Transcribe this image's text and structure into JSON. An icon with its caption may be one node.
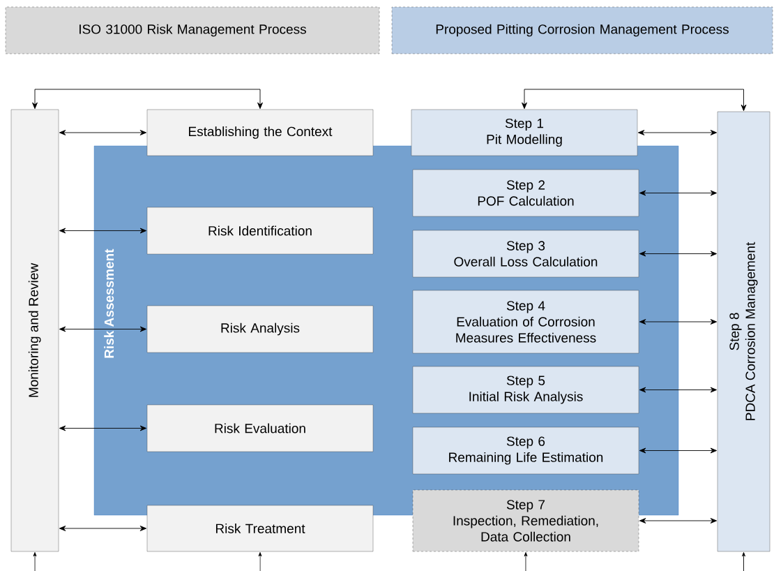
{
  "diagram": {
    "nodes": [
      {
        "text": [
          "ISO 31000 Risk Management Process"
        ]
      },
      {
        "text": [
          "Proposed Pitting Corrosion Management Process"
        ]
      },
      {
        "text": [
          "Monitoring and Review"
        ]
      },
      {
        "text": [
          "Risk Assessment"
        ]
      },
      {
        "text": [
          "Establishing the Context"
        ]
      },
      {
        "text": [
          "Risk Identification"
        ],
        "in": 3
      },
      {
        "text": [
          "Risk Analysis"
        ],
        "in": 3
      },
      {
        "text": [
          "Risk Evaluation"
        ],
        "in": 3
      },
      {
        "text": [
          "Risk Treatment"
        ]
      },
      {
        "text": [
          "Step 1",
          "Pit Modelling"
        ]
      },
      {
        "text": [
          "Step 2",
          "POF Calculation"
        ],
        "in": 3
      },
      {
        "text": [
          "Step 3",
          "Overall Loss Calculation"
        ],
        "in": 3
      },
      {
        "text": [
          "Step 4",
          "Evaluation of Corrosion Measures Effectiveness"
        ],
        "in": 3
      },
      {
        "text": [
          "Step 5",
          "Initial Risk Analysis"
        ],
        "in": 3
      },
      {
        "text": [
          "Step 6",
          "Remaining Life Estimation"
        ],
        "in": 3
      },
      {
        "text": [
          "Step 7",
          "Inspection, Remediation, Data Collection"
        ]
      },
      {
        "text": [
          "Step 8",
          "PDCA Corrosion Management"
        ]
      }
    ],
    "edges": [
      {
        "from": 2,
        "to": 4,
        "arrow": "both"
      },
      {
        "from": 2,
        "to": 4,
        "arrow": "both"
      },
      {
        "from": 2,
        "to": 5,
        "arrow": "both"
      },
      {
        "from": 2,
        "to": 6,
        "arrow": "both"
      },
      {
        "from": 2,
        "to": 7,
        "arrow": "both"
      },
      {
        "from": 2,
        "to": 8,
        "arrow": "both"
      },
      {
        "from": 9,
        "to": 16,
        "arrow": "both"
      },
      {
        "from": 9,
        "to": 16,
        "arrow": "both"
      },
      {
        "from": 10,
        "to": 16,
        "arrow": "both"
      },
      {
        "from": 11,
        "to": 16,
        "arrow": "both"
      },
      {
        "from": 12,
        "to": 16,
        "arrow": "both"
      },
      {
        "from": 13,
        "to": 16,
        "arrow": "both"
      },
      {
        "from": 14,
        "to": 16,
        "arrow": "both"
      },
      {
        "from": 15,
        "to": 16,
        "arrow": "both"
      },
      {
        "from": null,
        "to": 2,
        "arrow": "to"
      },
      {
        "from": null,
        "to": 8,
        "arrow": "to"
      },
      {
        "from": null,
        "to": 15,
        "arrow": "to"
      },
      {
        "from": null,
        "to": 16,
        "arrow": "to"
      }
    ]
  }
}
